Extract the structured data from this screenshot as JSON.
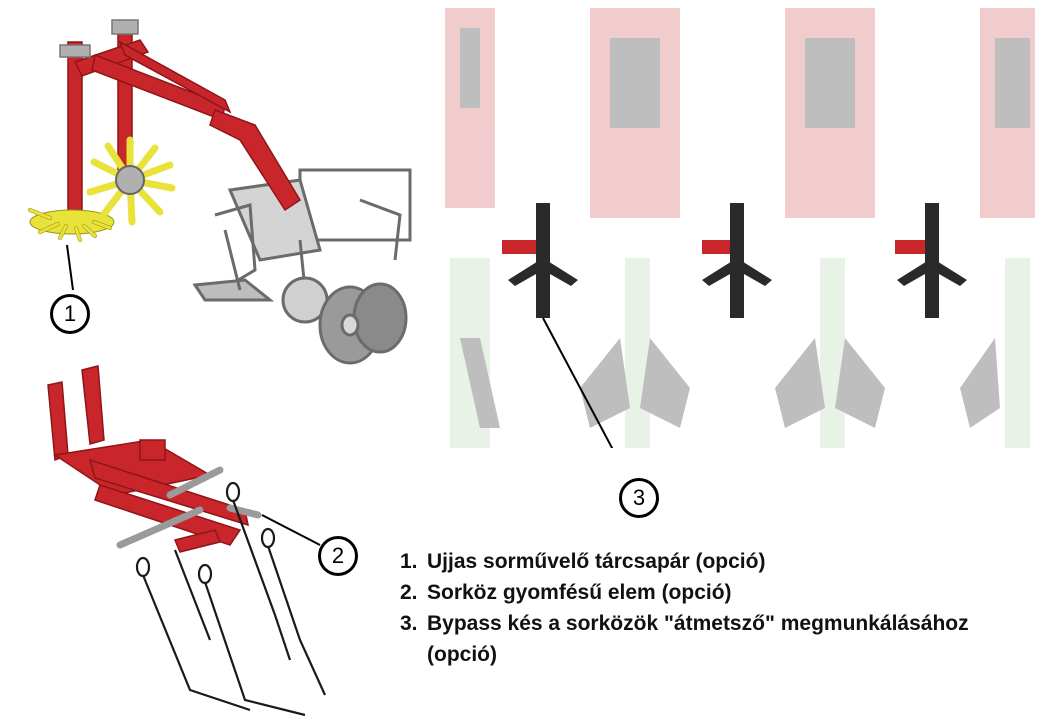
{
  "callouts": {
    "c1": "1",
    "c2": "2",
    "c3": "3"
  },
  "legend": {
    "items": [
      {
        "num": "1.",
        "text": "Ujjas sorművelő tárcsapár (opció)"
      },
      {
        "num": "2.",
        "text": "Sorköz gyomfésű elem (opció)"
      },
      {
        "num": "3.",
        "text": "Bypass kés a sorközök \"átmetsző\" megmunkálásához (opció)"
      }
    ]
  },
  "colors": {
    "frame_red": "#c8262a",
    "finger_yellow": "#e8e23a",
    "knife_black": "#2a2a2a",
    "ghost_red": "#e4a3a5"
  }
}
